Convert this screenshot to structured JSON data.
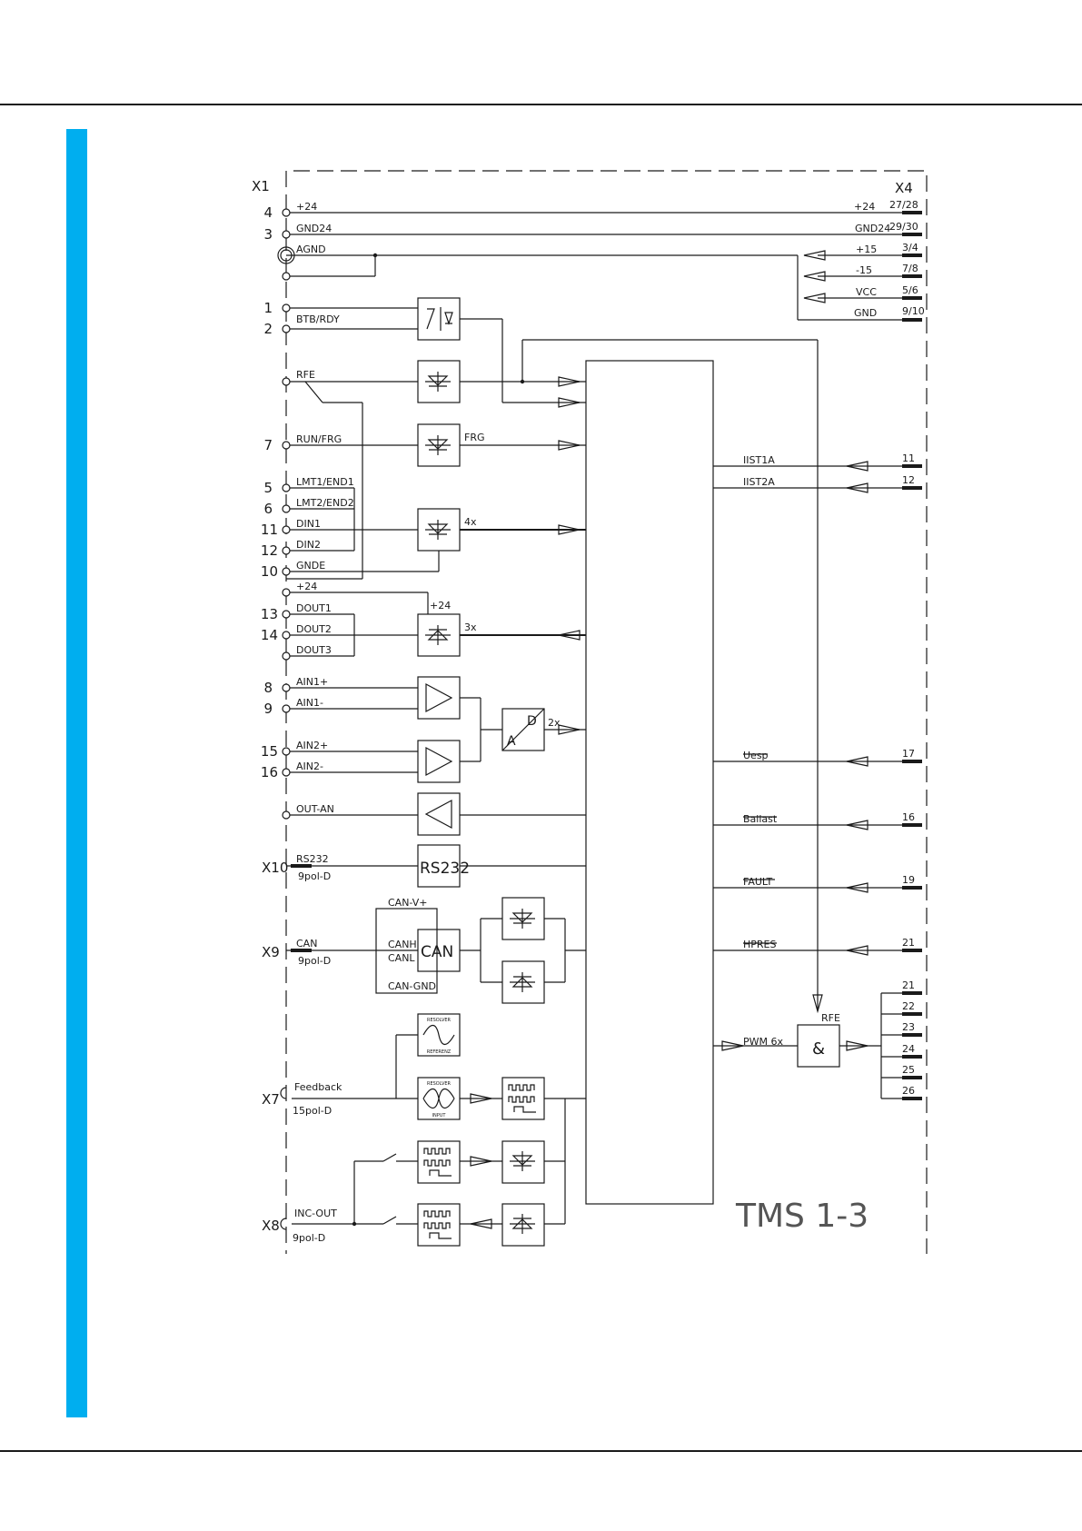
{
  "colors": {
    "accent": "#00aeef",
    "ink": "#1a1a1a"
  },
  "connectors": {
    "x1": "X1",
    "x4": "X4",
    "x10": "X10",
    "x9": "X9",
    "x7": "X7",
    "x8": "X8"
  },
  "x1_pins": [
    {
      "num": "4",
      "label": "+24"
    },
    {
      "num": "3",
      "label": "GND24"
    },
    {
      "num": "",
      "label": "AGND"
    },
    {
      "num": "1",
      "label": "BTB/RDY"
    },
    {
      "num": "2",
      "label": ""
    },
    {
      "num": "",
      "label": "RFE"
    },
    {
      "num": "7",
      "label": "RUN/FRG"
    },
    {
      "num": "5",
      "label": "LMT1/END1"
    },
    {
      "num": "6",
      "label": "LMT2/END2"
    },
    {
      "num": "11",
      "label": "DIN1"
    },
    {
      "num": "12",
      "label": "DIN2"
    },
    {
      "num": "10",
      "label": "GNDE"
    },
    {
      "num": "",
      "label": "+24"
    },
    {
      "num": "13",
      "label": "DOUT1"
    },
    {
      "num": "14",
      "label": "DOUT2"
    },
    {
      "num": "",
      "label": "DOUT3"
    },
    {
      "num": "8",
      "label": "AIN1+"
    },
    {
      "num": "9",
      "label": "AIN1-"
    },
    {
      "num": "15",
      "label": "AIN2+"
    },
    {
      "num": "16",
      "label": "AIN2-"
    },
    {
      "num": "",
      "label": "OUT-AN"
    }
  ],
  "x4_pins": [
    {
      "label": "+24",
      "num": "27/28"
    },
    {
      "label": "GND24",
      "num": "29/30"
    },
    {
      "label": "+15",
      "num": "3/4"
    },
    {
      "label": "-15",
      "num": "7/8"
    },
    {
      "label": "VCC",
      "num": "5/6"
    },
    {
      "label": "GND",
      "num": "9/10"
    }
  ],
  "right_signals": [
    {
      "label": "IIST1A",
      "num": "11"
    },
    {
      "label": "IIST2A",
      "num": "12"
    },
    {
      "label": "Uesp",
      "num": "17"
    },
    {
      "label": "Ballast",
      "num": "16"
    },
    {
      "label": "FAULT",
      "num": "19"
    },
    {
      "label": "HPRES",
      "num": "21"
    }
  ],
  "pwm_outputs": [
    "21",
    "22",
    "23",
    "24",
    "25",
    "26"
  ],
  "labels": {
    "frg": "FRG",
    "x4": "4x",
    "x3": "3x",
    "x2": "2x",
    "plus24": "+24",
    "ad_a": "A",
    "ad_d": "D",
    "rs232_port": "RS232",
    "rs232_sub": "9pol-D",
    "rs232_block": "RS232",
    "can_port": "CAN",
    "can_sub": "9pol-D",
    "can_block": "CAN",
    "can_v": "CAN-V+",
    "can_h": "CANH",
    "can_l": "CANL",
    "can_gnd": "CAN-GND",
    "feedback": "Feedback",
    "feedback_sub": "15pol-D",
    "inc_out": "INC-OUT",
    "inc_sub": "9pol-D",
    "resolver_ref_top": "RESOLVER",
    "resolver_ref_bot": "REFERENZ",
    "resolver_in_top": "RESOLVER",
    "resolver_in_bot": "INPUT",
    "pwm": "PWM 6x",
    "rfe": "RFE",
    "and": "&",
    "model": "TMS 1-3"
  }
}
